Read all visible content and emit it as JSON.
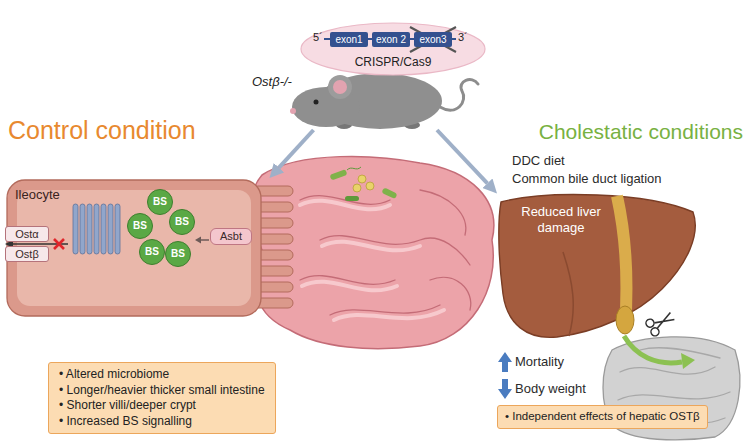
{
  "diagram": {
    "nodes": [
      {
        "text": [
          "5´",
          "3´",
          "CRISPR/Cas9"
        ]
      },
      {
        "text": [
          "exon1"
        ],
        "in": 0
      },
      {
        "text": [
          "exon 2"
        ],
        "in": 0
      },
      {
        "text": [
          "exon3"
        ],
        "in": 0
      },
      {
        "text": [
          "Ostβ-/-"
        ]
      },
      {
        "text": [
          "Ileocyte"
        ]
      },
      {
        "text": [
          "Ostα"
        ],
        "in": 5
      },
      {
        "text": [
          "Ostβ"
        ],
        "in": 5
      },
      {
        "text": [
          "Asbt"
        ],
        "in": 5
      },
      {
        "text": [
          "BS"
        ],
        "in": 5
      },
      {
        "text": [
          "BS"
        ],
        "in": 5
      },
      {
        "text": [
          "BS"
        ],
        "in": 5
      },
      {
        "text": [
          "BS"
        ],
        "in": 5
      },
      {
        "text": [
          "BS"
        ],
        "in": 5
      },
      {
        "text": [
          "• Altered microbiome",
          "• Longer/heavier thicker small intestine",
          "• Shorter villi/deeper crypt",
          "• Increased BS signalling"
        ]
      },
      {
        "text": [
          "Reduced liver damage"
        ]
      },
      {
        "text": [
          "• Independent effects of hepatic OSTβ"
        ]
      }
    ],
    "edges": [
      {
        "from": 4,
        "to": 5,
        "arrow": "to"
      },
      {
        "from": 4,
        "to": 15,
        "arrow": "to"
      }
    ],
    "labels": [
      "Control condition",
      "Cholestatic conditions",
      "DDC diet",
      "Common bile duct ligation",
      "Mortality",
      "Body weight"
    ]
  }
}
